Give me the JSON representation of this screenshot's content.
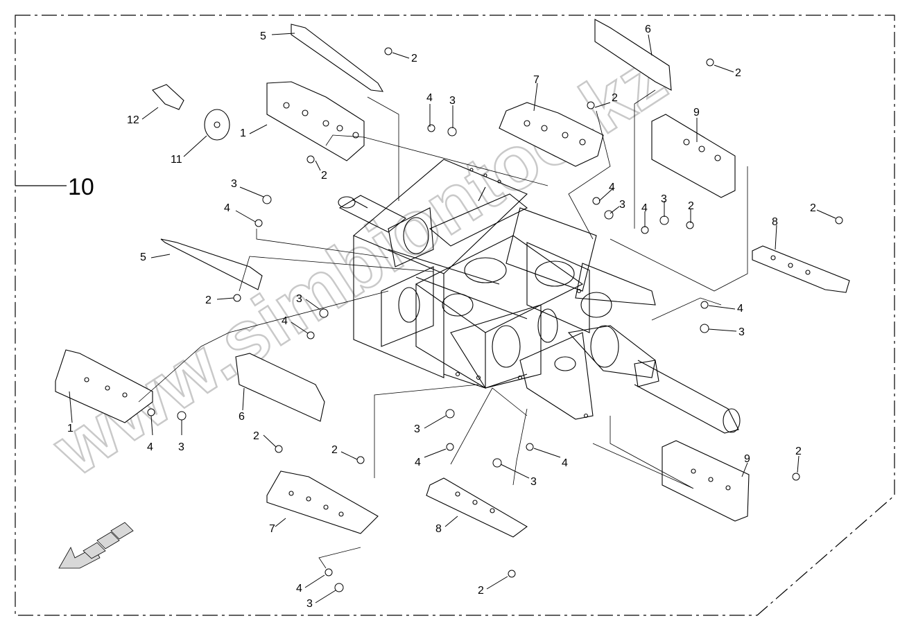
{
  "assembly_label": "10",
  "watermark": "www.simbiontoo.kz",
  "corner_mark": "",
  "callouts": [
    "5",
    "2",
    "6",
    "2",
    "7",
    "2",
    "4",
    "3",
    "12",
    "1",
    "11",
    "2",
    "9",
    "3",
    "4",
    "4",
    "3",
    "4",
    "3",
    "2",
    "2",
    "8",
    "5",
    "2",
    "3",
    "4",
    "4",
    "3",
    "1",
    "4",
    "3",
    "6",
    "2",
    "3",
    "4",
    "2",
    "4",
    "3",
    "9",
    "2",
    "7",
    "8",
    "4",
    "3",
    "2"
  ]
}
